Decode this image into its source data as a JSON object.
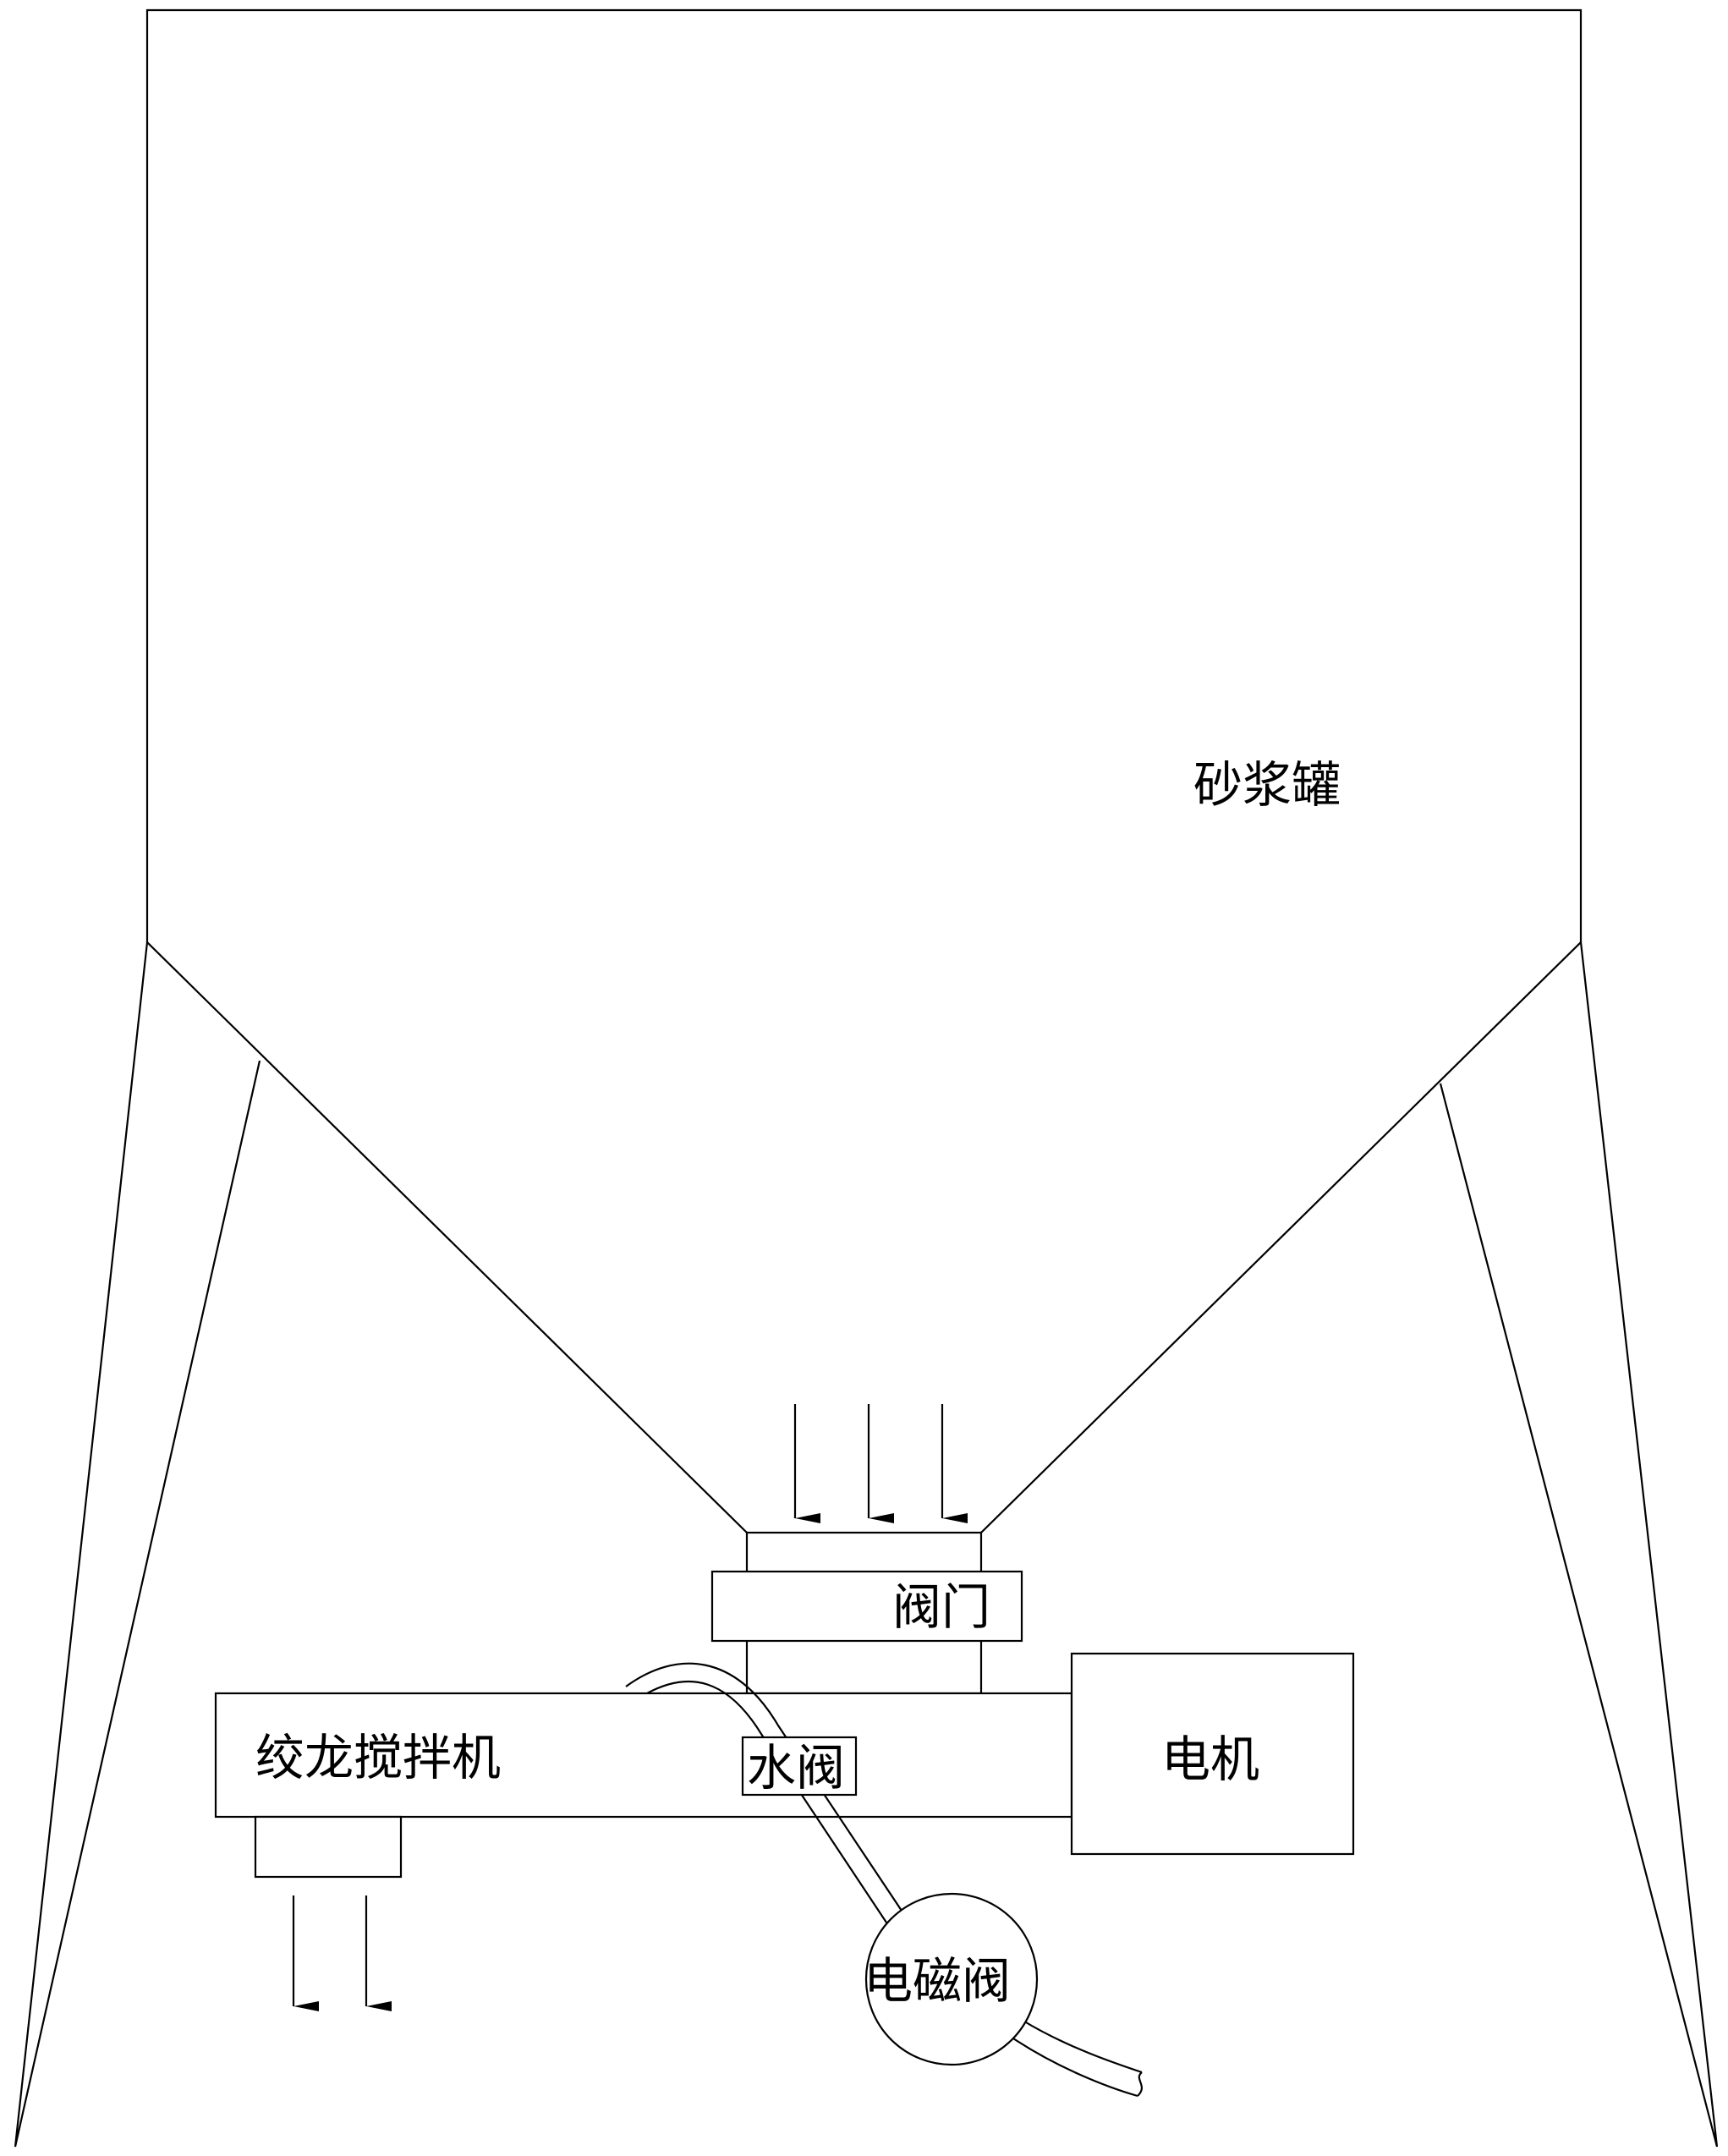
{
  "labels": {
    "tank": "砂浆罐",
    "gate_valve": "阀门",
    "auger_mixer": "绞龙搅拌机",
    "water_valve": "水阀",
    "motor": "电机",
    "solenoid_valve": "电磁阀"
  },
  "colors": {
    "line": "#000000",
    "background": "#ffffff"
  }
}
